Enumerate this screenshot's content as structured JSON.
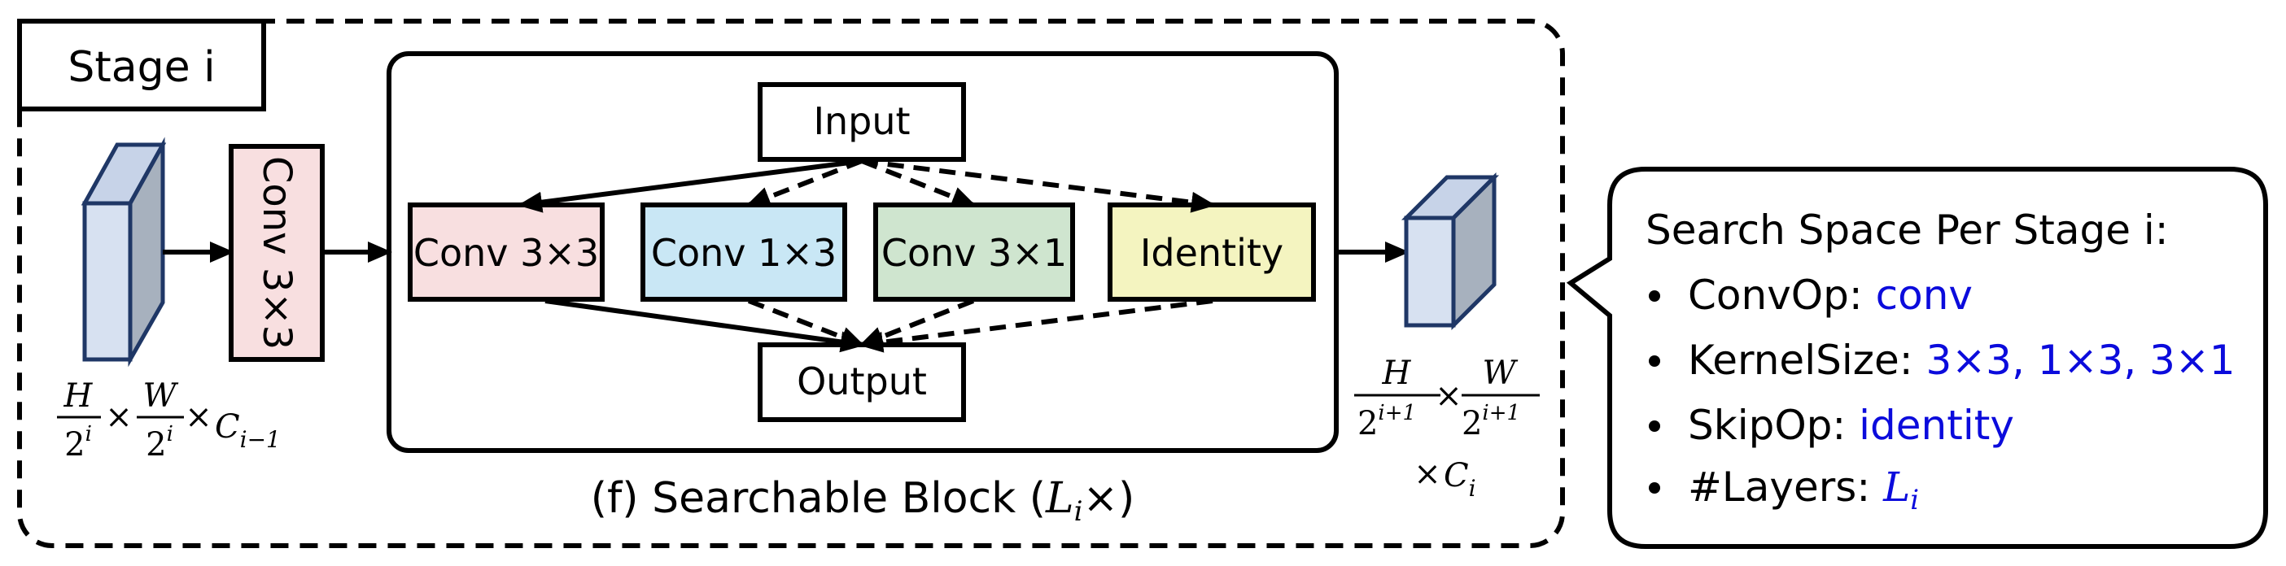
{
  "stage": {
    "title": "Stage i"
  },
  "conv_block": {
    "label": "Conv 3×3"
  },
  "input_tensor": {
    "h": "H",
    "w": "W",
    "pow": "2",
    "exp": "i",
    "c": "C",
    "c_sub": "i−1"
  },
  "output_tensor": {
    "h": "H",
    "w": "W",
    "pow": "2",
    "exp": "i+1",
    "c": "C",
    "c_sub": "i"
  },
  "searchable_block": {
    "input_label": "Input",
    "output_label": "Output",
    "ops": [
      {
        "label": "Conv 3×3",
        "color": "#f8dfe0"
      },
      {
        "label": "Conv 1×3",
        "color": "#c9e7f5"
      },
      {
        "label": "Conv 3×1",
        "color": "#cfe5cf"
      },
      {
        "label": "Identity",
        "color": "#f4f4c0"
      }
    ],
    "caption_prefix": "(f) Searchable Block (",
    "caption_var": "L",
    "caption_sub": "i",
    "caption_suffix": "×)"
  },
  "search_space": {
    "title": "Search Space Per Stage i:",
    "items": [
      {
        "key": "ConvOp: ",
        "value": "conv"
      },
      {
        "key": "KernelSize: ",
        "value": "3×3, 1×3, 3×1"
      },
      {
        "key": "SkipOp: ",
        "value": "identity"
      },
      {
        "key": "#Layers: ",
        "value": "L",
        "value_sub": "i"
      }
    ]
  },
  "colors": {
    "conv_block_fill": "#f8dfe0",
    "tensor_front": "#d7e1f1",
    "tensor_side": "#a7b1be",
    "tensor_edge": "#1f3766",
    "value_blue": "#0b0bdc"
  }
}
